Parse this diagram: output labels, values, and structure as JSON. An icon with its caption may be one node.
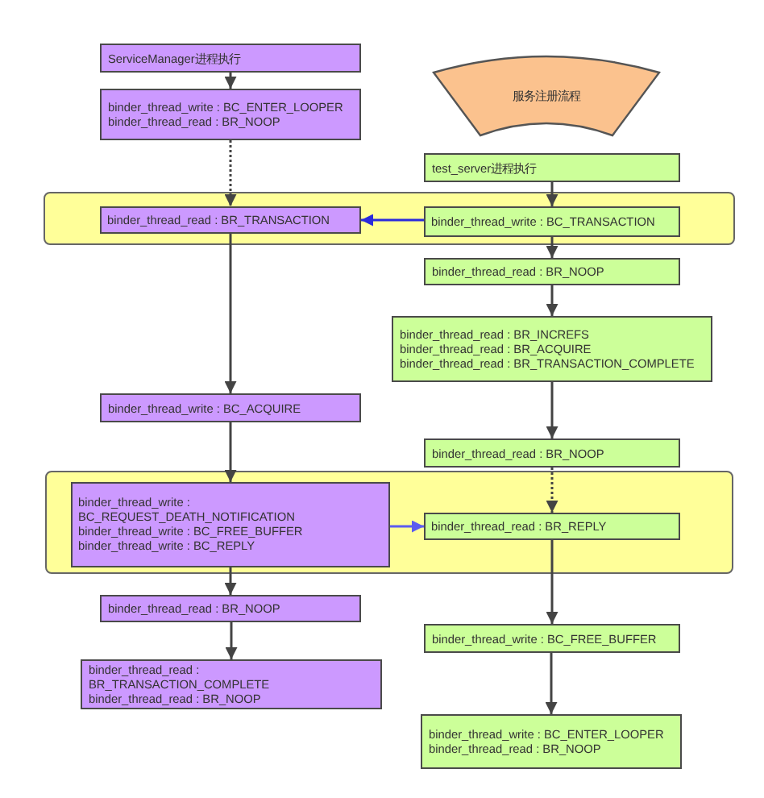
{
  "diagram": {
    "nodes": [
      {
        "text": [
          "ServiceManager进程执行"
        ]
      },
      {
        "text": [
          "binder_thread_write : BC_ENTER_LOOPER",
          "binder_thread_read : BR_NOOP"
        ]
      },
      {
        "text": [
          "服务注册流程"
        ]
      },
      {
        "text": [
          "test_server进程执行"
        ]
      },
      {
        "text": [],
        "shape": "band"
      },
      {
        "text": [
          "binder_thread_read : BR_TRANSACTION"
        ],
        "in": 4
      },
      {
        "text": [
          "binder_thread_write : BC_TRANSACTION"
        ],
        "in": 4
      },
      {
        "text": [
          "binder_thread_read : BR_NOOP"
        ]
      },
      {
        "text": [
          "binder_thread_read : BR_INCREFS",
          "binder_thread_read : BR_ACQUIRE",
          "binder_thread_read : BR_TRANSACTION_COMPLETE"
        ]
      },
      {
        "text": [
          "binder_thread_write : BC_ACQUIRE"
        ]
      },
      {
        "text": [
          "binder_thread_read : BR_NOOP"
        ]
      },
      {
        "text": [],
        "shape": "band"
      },
      {
        "text": [
          "binder_thread_write : BC_REQUEST_DEATH_NOTIFICATION",
          "binder_thread_write : BC_FREE_BUFFER",
          "binder_thread_write : BC_REPLY"
        ],
        "in": 11
      },
      {
        "text": [
          "binder_thread_read : BR_REPLY"
        ],
        "in": 11
      },
      {
        "text": [
          "binder_thread_read : BR_NOOP"
        ]
      },
      {
        "text": [
          "binder_thread_read : BR_TRANSACTION_COMPLETE",
          "binder_thread_read : BR_NOOP"
        ]
      },
      {
        "text": [
          "binder_thread_write : BC_FREE_BUFFER"
        ]
      },
      {
        "text": [
          "binder_thread_write : BC_ENTER_LOOPER",
          "binder_thread_read : BR_NOOP"
        ]
      }
    ],
    "edges": [
      {
        "from": 0,
        "to": 1,
        "arrow": "to"
      },
      {
        "from": 1,
        "to": 5,
        "arrow": "to",
        "style": "dashed"
      },
      {
        "from": 3,
        "to": 6,
        "arrow": "to"
      },
      {
        "from": 6,
        "to": 5,
        "arrow": "to",
        "color": "#2a2adb"
      },
      {
        "from": 6,
        "to": 7,
        "arrow": "to"
      },
      {
        "from": 7,
        "to": 8,
        "arrow": "to"
      },
      {
        "from": 5,
        "to": 9,
        "arrow": "to"
      },
      {
        "from": 8,
        "to": 10,
        "arrow": "to"
      },
      {
        "from": 9,
        "to": 12,
        "arrow": "to"
      },
      {
        "from": 10,
        "to": 13,
        "arrow": "to",
        "style": "dashed"
      },
      {
        "from": 12,
        "to": 13,
        "arrow": "to",
        "color": "#5c5cf0"
      },
      {
        "from": 12,
        "to": 14,
        "arrow": "to"
      },
      {
        "from": 14,
        "to": 15,
        "arrow": "to"
      },
      {
        "from": 13,
        "to": 16,
        "arrow": "to"
      },
      {
        "from": 16,
        "to": 17,
        "arrow": "to"
      }
    ]
  }
}
